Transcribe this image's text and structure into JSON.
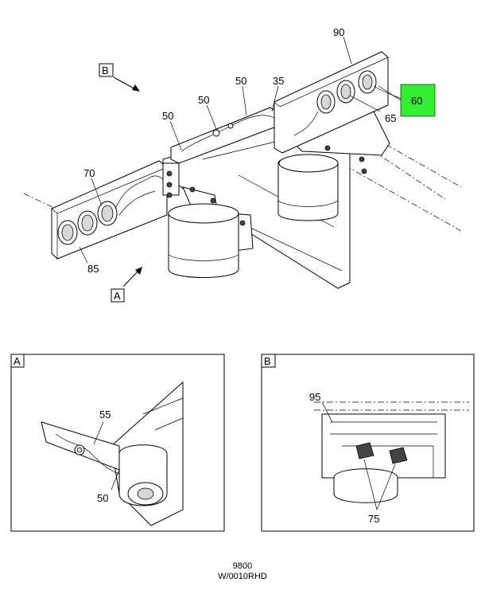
{
  "callouts": {
    "c90": "90",
    "cB_view": "B",
    "c50_a": "50",
    "c35": "35",
    "c50_b": "50",
    "c50_c": "50",
    "c60": "60",
    "c65": "65",
    "c70": "70",
    "c85": "85",
    "cA_view": "A"
  },
  "detail_a": {
    "tag": "A",
    "c55": "55",
    "c50": "50"
  },
  "detail_b": {
    "tag": "B",
    "c95": "95",
    "c75": "75"
  },
  "colors": {
    "highlight": "#33ee33"
  },
  "footer": {
    "number": "9800",
    "code": "W/0010RHD"
  }
}
